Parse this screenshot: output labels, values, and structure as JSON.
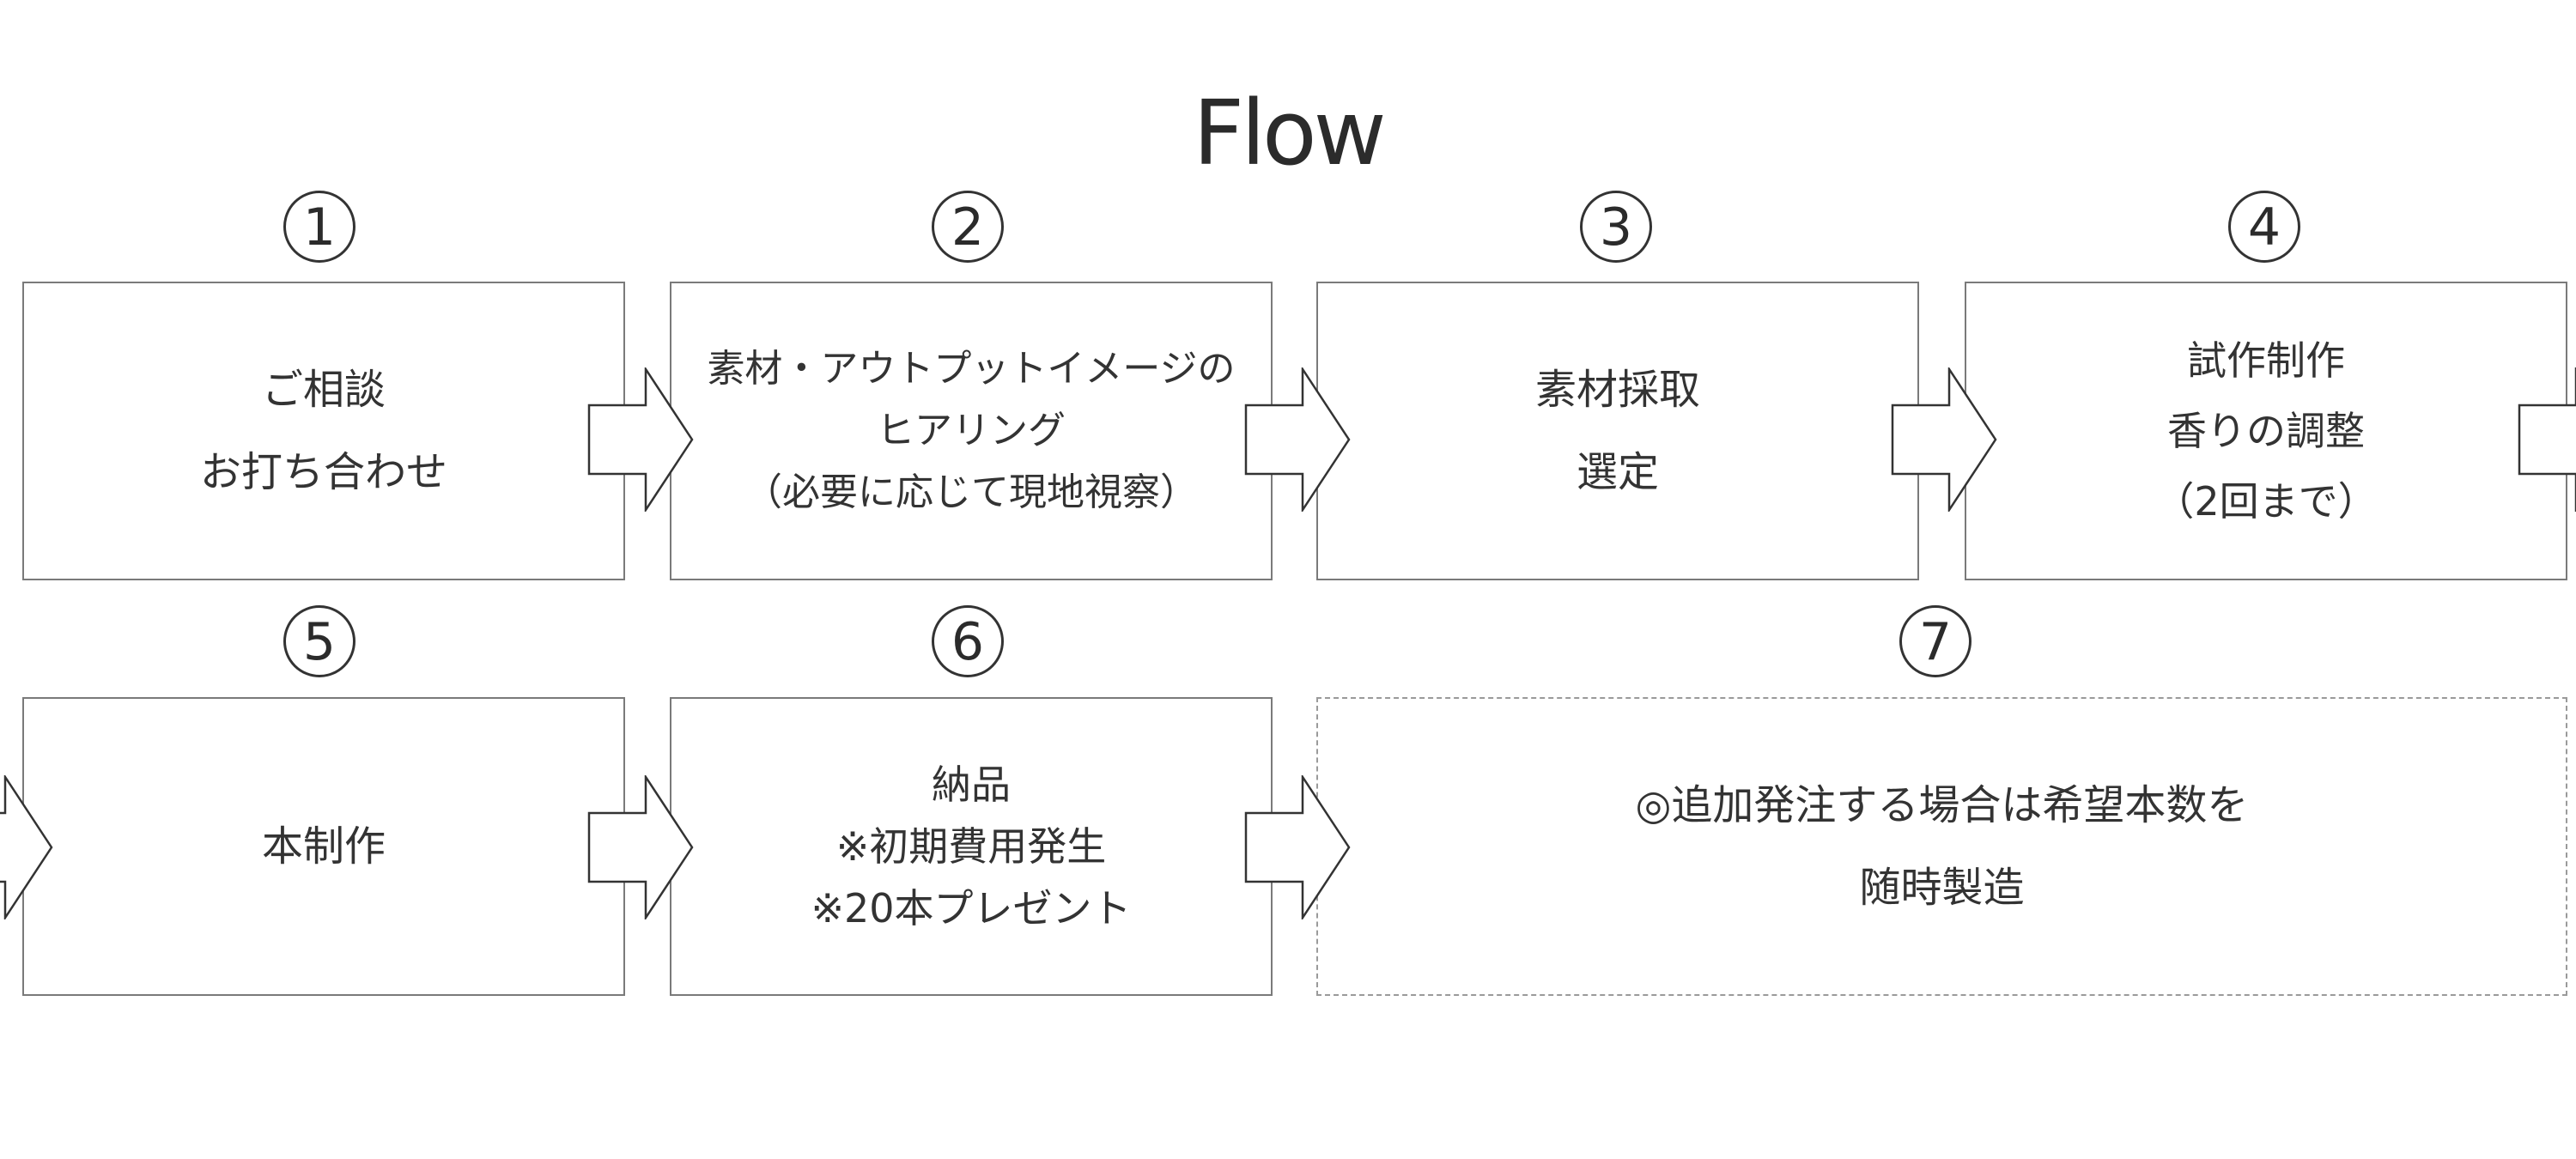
{
  "title": "Flow",
  "steps": [
    {
      "number": "1",
      "lines": [
        "ご相談",
        "お打ち合わせ"
      ]
    },
    {
      "number": "2",
      "lines": [
        "素材・アウトプットイメージの",
        "ヒアリング",
        "（必要に応じて現地視察）"
      ]
    },
    {
      "number": "3",
      "lines": [
        "素材採取",
        "選定"
      ]
    },
    {
      "number": "4",
      "lines": [
        "試作制作",
        "香りの調整",
        "（2回まで）"
      ]
    },
    {
      "number": "5",
      "lines": [
        "本制作"
      ]
    },
    {
      "number": "6",
      "lines": [
        "納品",
        "※初期費用発生",
        "※20本プレゼント"
      ]
    },
    {
      "number": "7",
      "lines": [
        "◎追加発注する場合は希望本数を",
        "随時製造"
      ]
    }
  ]
}
